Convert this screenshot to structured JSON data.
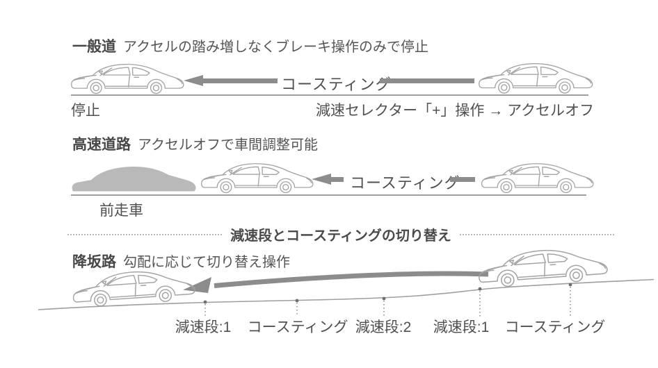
{
  "colors": {
    "background": "#ffffff",
    "text_heading": "#474747",
    "text_body": "#555555",
    "arrow_gray": "#8c8c8c",
    "car_outline": "#a3a3a3",
    "lead_car_fill": "#b9b9b9",
    "ground_line": "#9e9e9e",
    "dotted_divider": "#b7b7b7"
  },
  "section_general_road": {
    "title": "一般道",
    "subtitle": "アクセルの踏み増しなくブレーキ操作のみで停止",
    "coasting_label": "コースティング",
    "stop_label": "停止",
    "action_label": "減速セレクター「+」操作 → アクセルオフ"
  },
  "section_highway": {
    "title": "高速道路",
    "subtitle": "アクセルオフで車間調整可能",
    "coasting_label": "コースティング",
    "lead_car_label": "前走車"
  },
  "divider": {
    "label": "減速段とコースティングの切り替え"
  },
  "section_downhill": {
    "title": "降坂路",
    "subtitle": "勾配に応じて切り替え操作",
    "zones": [
      {
        "label": "減速段:1"
      },
      {
        "label": "コースティング"
      },
      {
        "label": "減速段:2"
      },
      {
        "label": "減速段:1"
      },
      {
        "label": "コースティング"
      }
    ]
  }
}
